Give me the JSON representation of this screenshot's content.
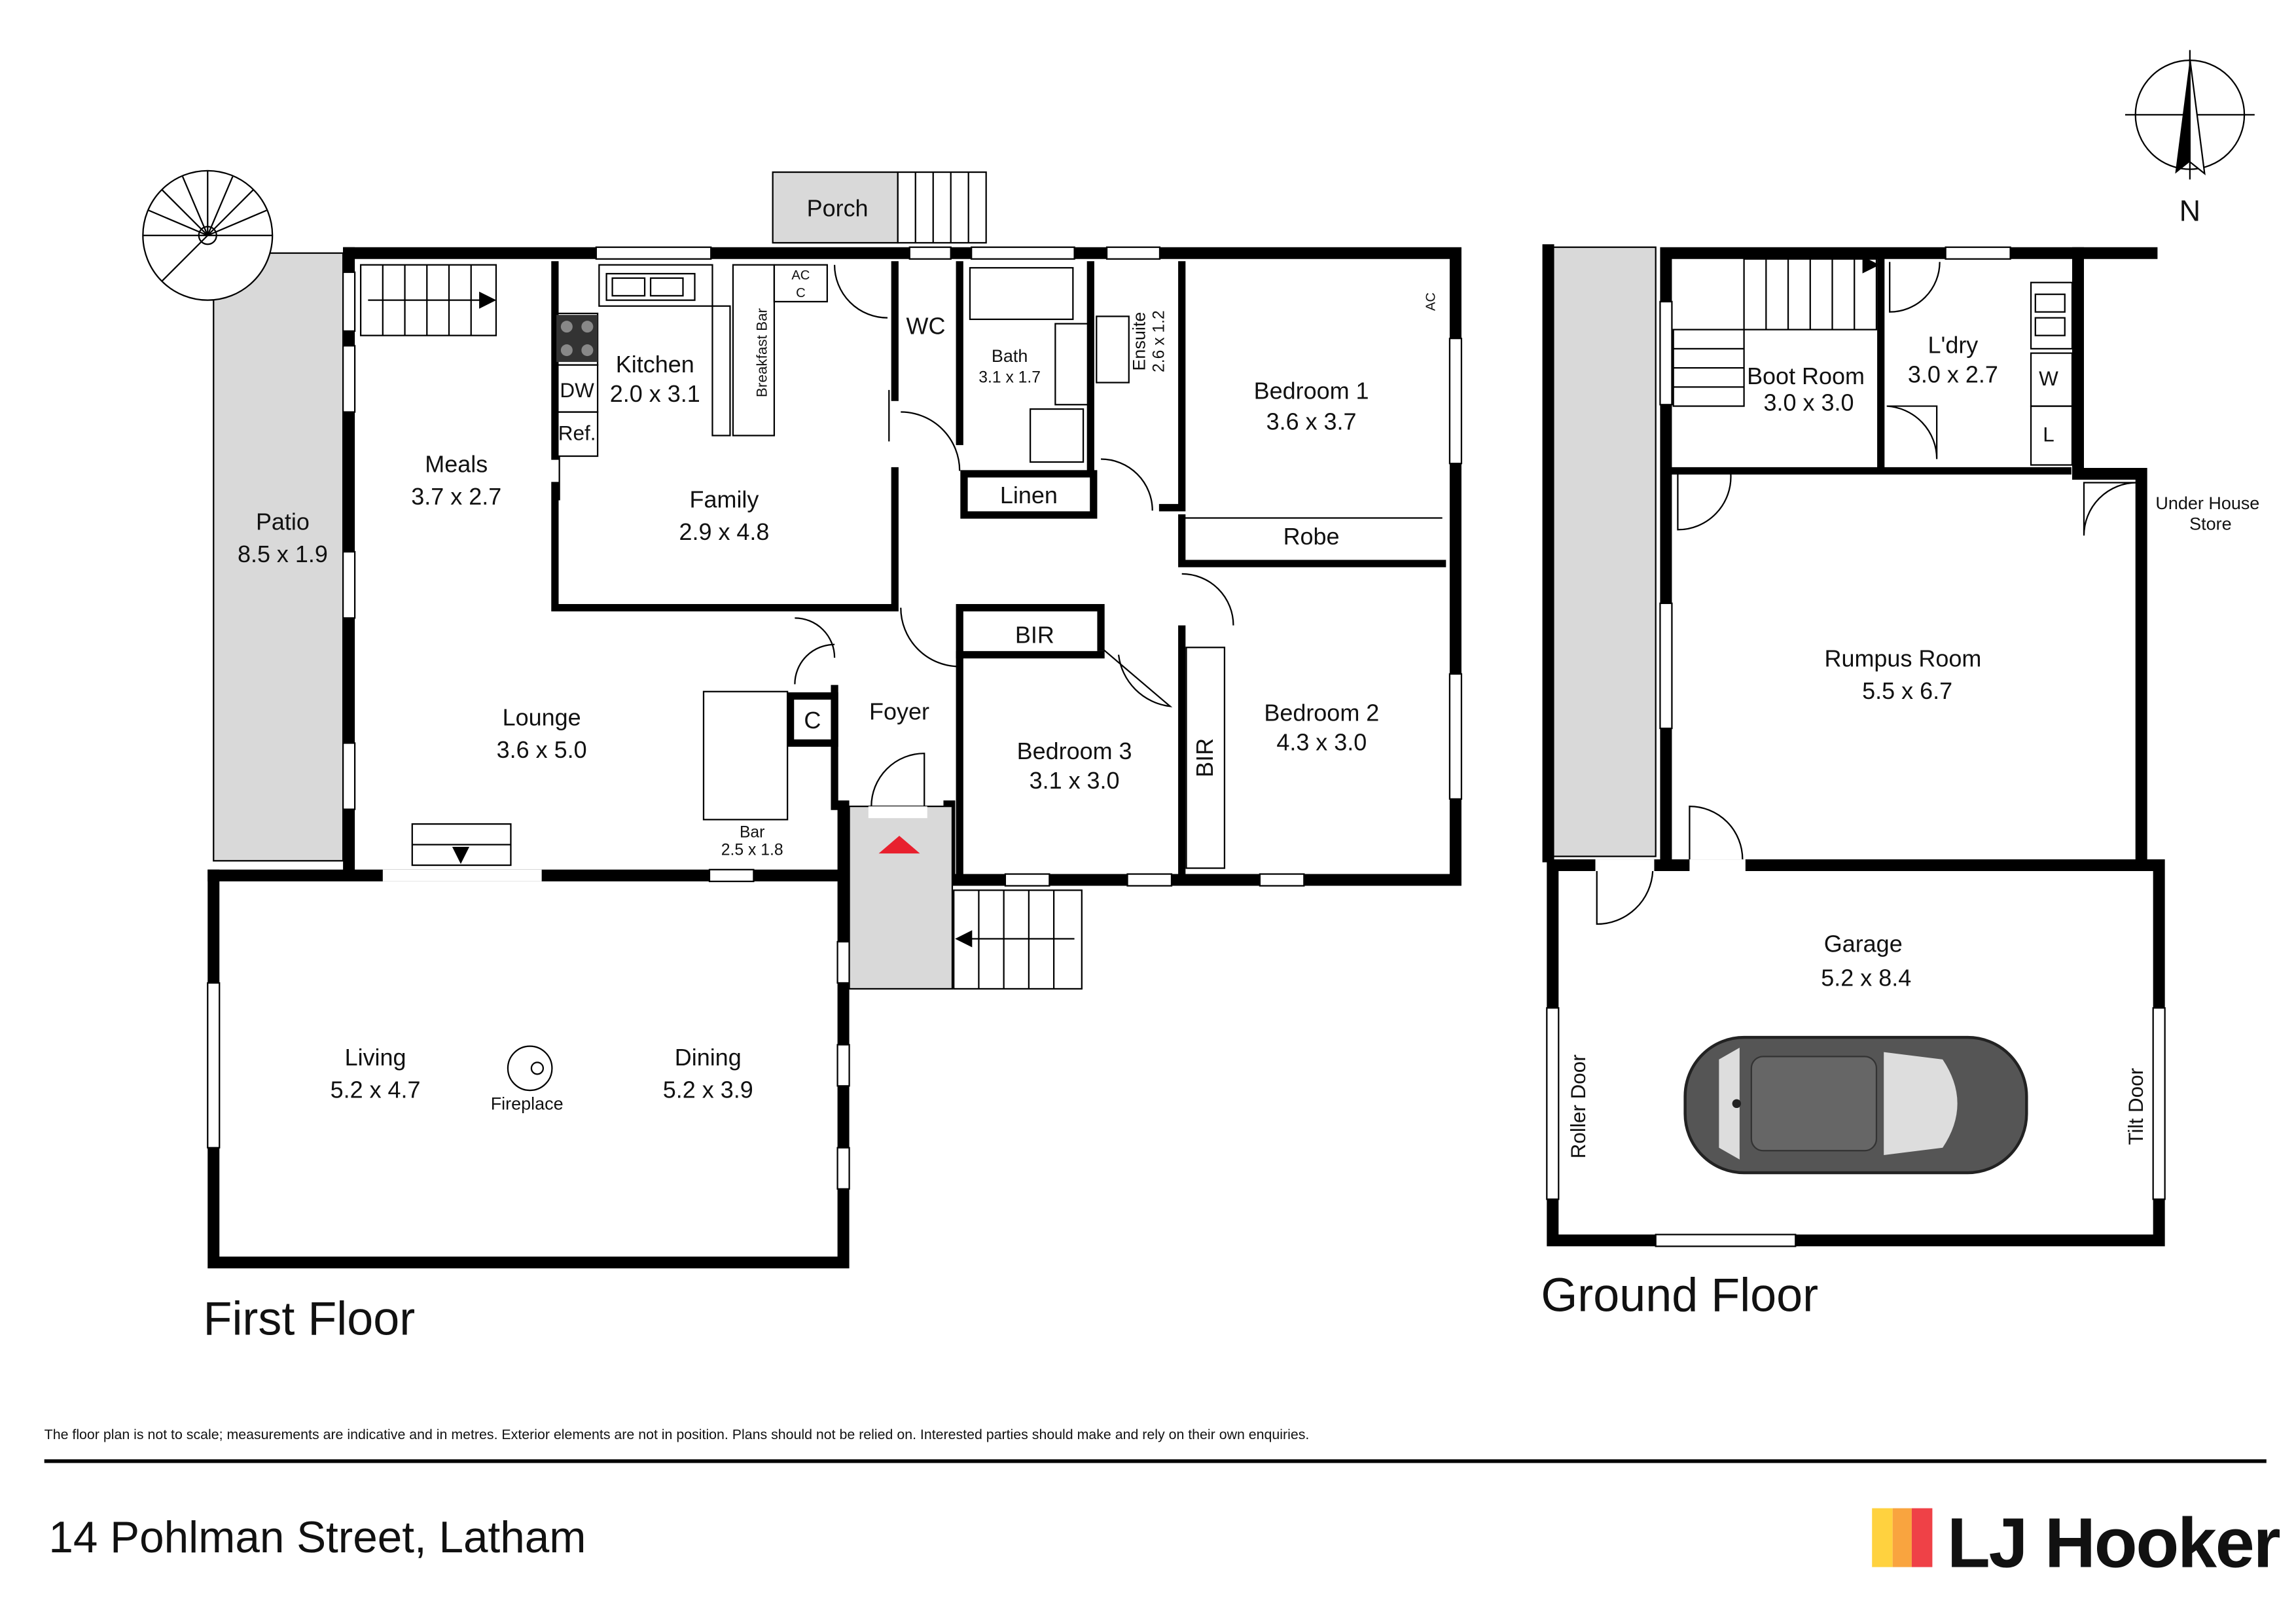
{
  "north": {
    "label": "N"
  },
  "first_floor": {
    "title": "First Floor",
    "rooms": {
      "porch": {
        "name": "Porch"
      },
      "patio": {
        "name": "Patio",
        "dims": "8.5 x 1.9"
      },
      "meals": {
        "name": "Meals",
        "dims": "3.7 x 2.7"
      },
      "kitchen": {
        "name": "Kitchen",
        "dims": "2.0 x 3.1"
      },
      "family": {
        "name": "Family",
        "dims": "2.9 x 4.8"
      },
      "wc": {
        "name": "WC"
      },
      "bath": {
        "name": "Bath",
        "dims": "3.1 x 1.7"
      },
      "ensuite": {
        "name": "Ensuite",
        "dims": "2.6 x 1.2"
      },
      "bedroom1": {
        "name": "Bedroom 1",
        "dims": "3.6 x 3.7"
      },
      "linen": {
        "name": "Linen"
      },
      "robe": {
        "name": "Robe"
      },
      "lounge": {
        "name": "Lounge",
        "dims": "3.6 x 5.0"
      },
      "foyer": {
        "name": "Foyer"
      },
      "bir3": {
        "name": "BIR"
      },
      "bedroom3": {
        "name": "Bedroom 3",
        "dims": "3.1 x 3.0"
      },
      "bir2": {
        "name": "BIR"
      },
      "bedroom2": {
        "name": "Bedroom 2",
        "dims": "4.3 x 3.0"
      },
      "bar": {
        "name": "Bar",
        "dims": "2.5 x 1.8"
      },
      "living": {
        "name": "Living",
        "dims": "5.2 x 4.7"
      },
      "dining": {
        "name": "Dining",
        "dims": "5.2 x 3.9"
      }
    },
    "fixtures": {
      "dw": "DW",
      "ref": "Ref.",
      "breakfast_bar": "Breakfast Bar",
      "ac_top": "AC",
      "c_top": "C",
      "ac_bed1": "AC",
      "cupboard": "C",
      "fireplace": "Fireplace"
    }
  },
  "ground_floor": {
    "title": "Ground Floor",
    "rooms": {
      "boot_room": {
        "name": "Boot Room",
        "dims": "3.0 x 3.0"
      },
      "laundry": {
        "name": "L'dry",
        "dims": "3.0 x 2.7"
      },
      "under_house_store": {
        "name": "Under House Store"
      },
      "rumpus": {
        "name": "Rumpus Room",
        "dims": "5.5 x 6.7"
      },
      "garage": {
        "name": "Garage",
        "dims": "5.2 x 8.4"
      }
    },
    "fixtures": {
      "w": "W",
      "l": "L",
      "roller_door": "Roller Door",
      "tilt_door": "Tilt Door"
    }
  },
  "footer": {
    "disclaimer": "The floor plan is not to scale; measurements are indicative and in metres. Exterior elements are not in position. Plans should not be relied on. Interested parties should make and rely on their own enquiries.",
    "address": "14 Pohlman Street, Latham",
    "logo_text": "LJ Hooker",
    "logo_colors": [
      "#FFD23F",
      "#F9A43F",
      "#EF4147"
    ]
  },
  "colors": {
    "entry_marker": "#E8202E",
    "exterior_fill": "#d9d9d9"
  }
}
